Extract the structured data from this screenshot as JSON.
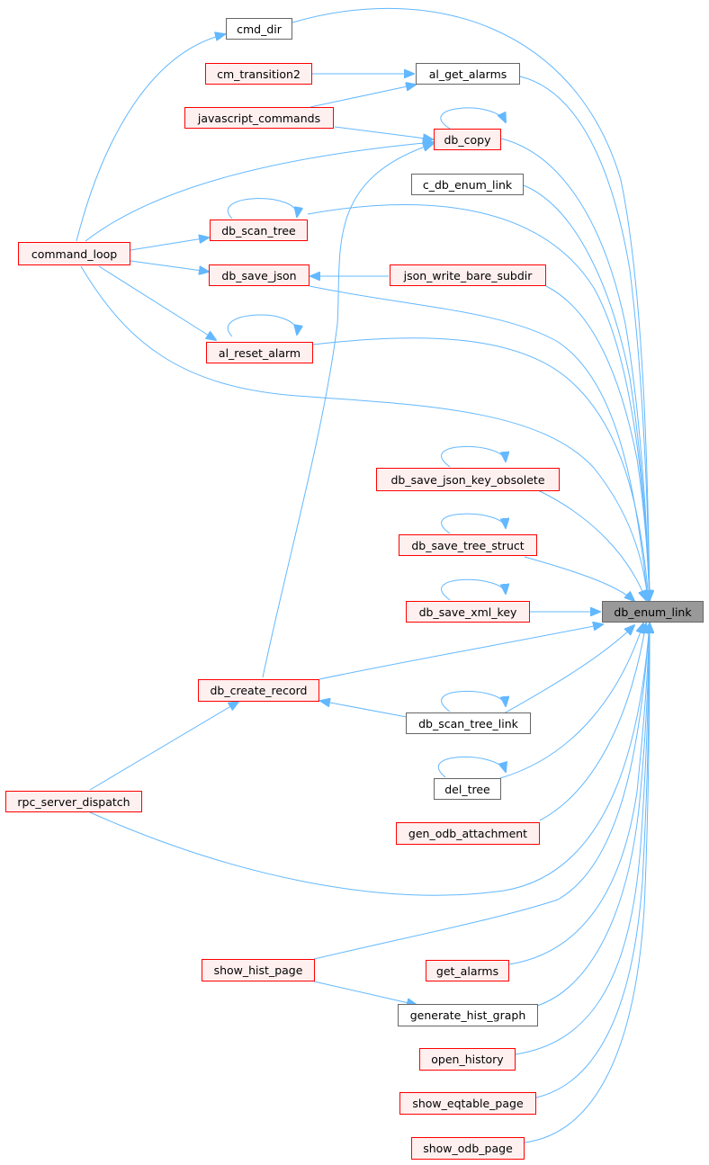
{
  "nodes": {
    "cmd_dir": "cmd_dir",
    "al_get_alarms": "al_get_alarms",
    "cm_transition2": "cm_transition2",
    "javascript_commands": "javascript_commands",
    "db_copy": "db_copy",
    "c_db_enum_link": "c_db_enum_link",
    "db_scan_tree": "db_scan_tree",
    "command_loop": "command_loop",
    "db_save_json": "db_save_json",
    "json_write_bare_subdir": "json_write_bare_subdir",
    "al_reset_alarm": "al_reset_alarm",
    "db_save_json_key_obsolete": "db_save_json_key_obsolete",
    "db_save_tree_struct": "db_save_tree_struct",
    "db_save_xml_key": "db_save_xml_key",
    "db_enum_link": "db_enum_link",
    "db_create_record": "db_create_record",
    "db_scan_tree_link": "db_scan_tree_link",
    "rpc_server_dispatch": "rpc_server_dispatch",
    "del_tree": "del_tree",
    "gen_odb_attachment": "gen_odb_attachment",
    "show_hist_page": "show_hist_page",
    "get_alarms": "get_alarms",
    "generate_hist_graph": "generate_hist_graph",
    "open_history": "open_history",
    "show_eqtable_page": "show_eqtable_page",
    "show_odb_page": "show_odb_page"
  },
  "colors": {
    "edge": "#63b8ff",
    "linked_border": "#ff0000",
    "linked_fill": "#fff0f0",
    "plain_border": "#666666",
    "focus_fill": "#999999"
  }
}
